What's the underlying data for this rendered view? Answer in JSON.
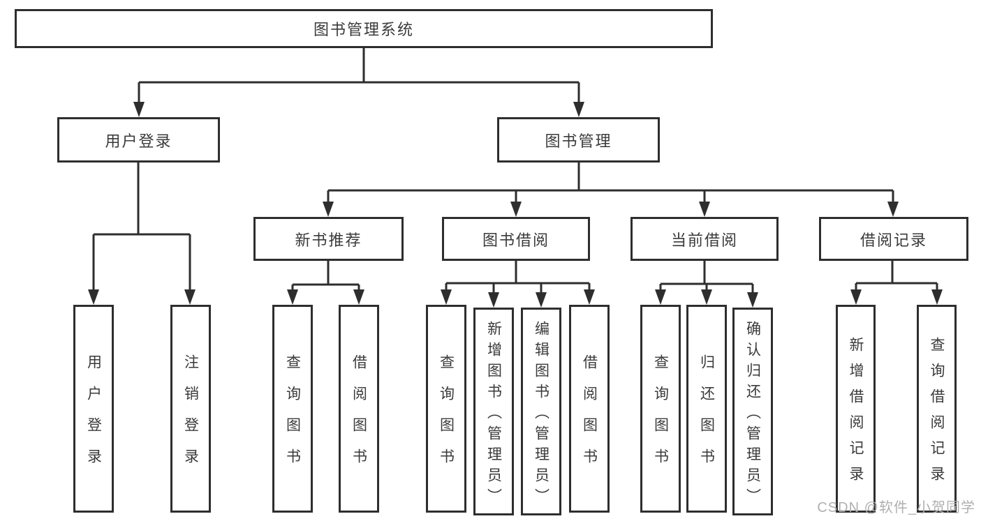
{
  "tree": {
    "root": {
      "label": "图书管理系统"
    },
    "branches": [
      {
        "label": "用户登录",
        "children": [
          {
            "label": "用户登录"
          },
          {
            "label": "注销登录"
          }
        ]
      },
      {
        "label": "图书管理",
        "children": [
          {
            "label": "新书推荐",
            "children": [
              {
                "label": "查询图书"
              },
              {
                "label": "借阅图书"
              }
            ]
          },
          {
            "label": "图书借阅",
            "children": [
              {
                "label": "查询图书"
              },
              {
                "label": "新增图书（管理员）"
              },
              {
                "label": "编辑图书（管理员）"
              },
              {
                "label": "借阅图书"
              }
            ]
          },
          {
            "label": "当前借阅",
            "children": [
              {
                "label": "查询图书"
              },
              {
                "label": "归还图书"
              },
              {
                "label": "确认归还（管理员）"
              }
            ]
          },
          {
            "label": "借阅记录",
            "children": [
              {
                "label": "新增借阅记录"
              },
              {
                "label": "查询借阅记录"
              }
            ]
          }
        ]
      }
    ]
  },
  "watermark": {
    "text": "CSDN @软件_小贺同学"
  },
  "colors": {
    "line": "#2e2e2e",
    "box_border": "#2e2e2e",
    "text": "#3a3a3a",
    "watermark": "#b0b0b0",
    "background": "#ffffff"
  }
}
